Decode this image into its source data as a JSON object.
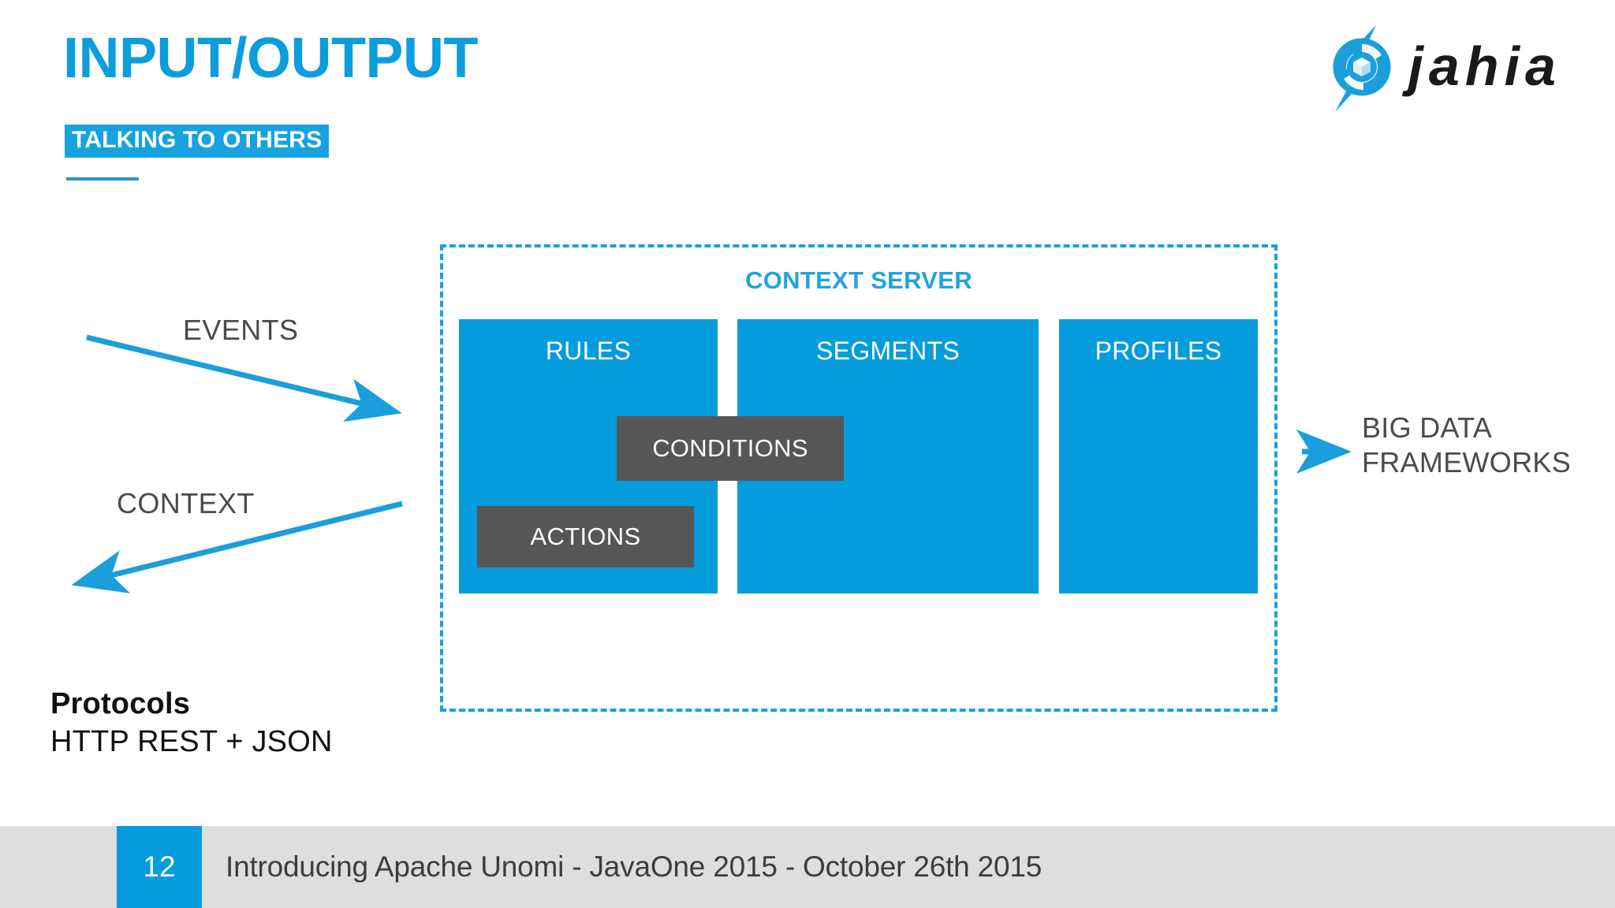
{
  "slide": {
    "title": "INPUT/OUTPUT",
    "subtitle": "TALKING TO OTHERS"
  },
  "logo": {
    "wordmark": "jahia",
    "mark_icon": "jahia-bolt-cube-icon"
  },
  "diagram": {
    "server_label": "CONTEXT SERVER",
    "columns": [
      {
        "label": "RULES"
      },
      {
        "label": "SEGMENTS"
      },
      {
        "label": "PROFILES"
      }
    ],
    "chips": [
      {
        "label": "CONDITIONS"
      },
      {
        "label": "ACTIONS"
      }
    ],
    "inbound_label": "EVENTS",
    "outbound_label": "CONTEXT",
    "external_line1": "BIG DATA",
    "external_line2": "FRAMEWORKS"
  },
  "protocols": {
    "title": "Protocols",
    "value": "HTTP REST + JSON"
  },
  "footer": {
    "page_number": "12",
    "text": "Introducing Apache Unomi - JavaOne 2015 - October 26th 2015"
  },
  "colors": {
    "brand_blue": "#059cdd",
    "title_blue": "#0d9ddd",
    "chip_gray": "#565656",
    "text_gray": "#4b4b4b",
    "footer_gray": "#dedede"
  }
}
